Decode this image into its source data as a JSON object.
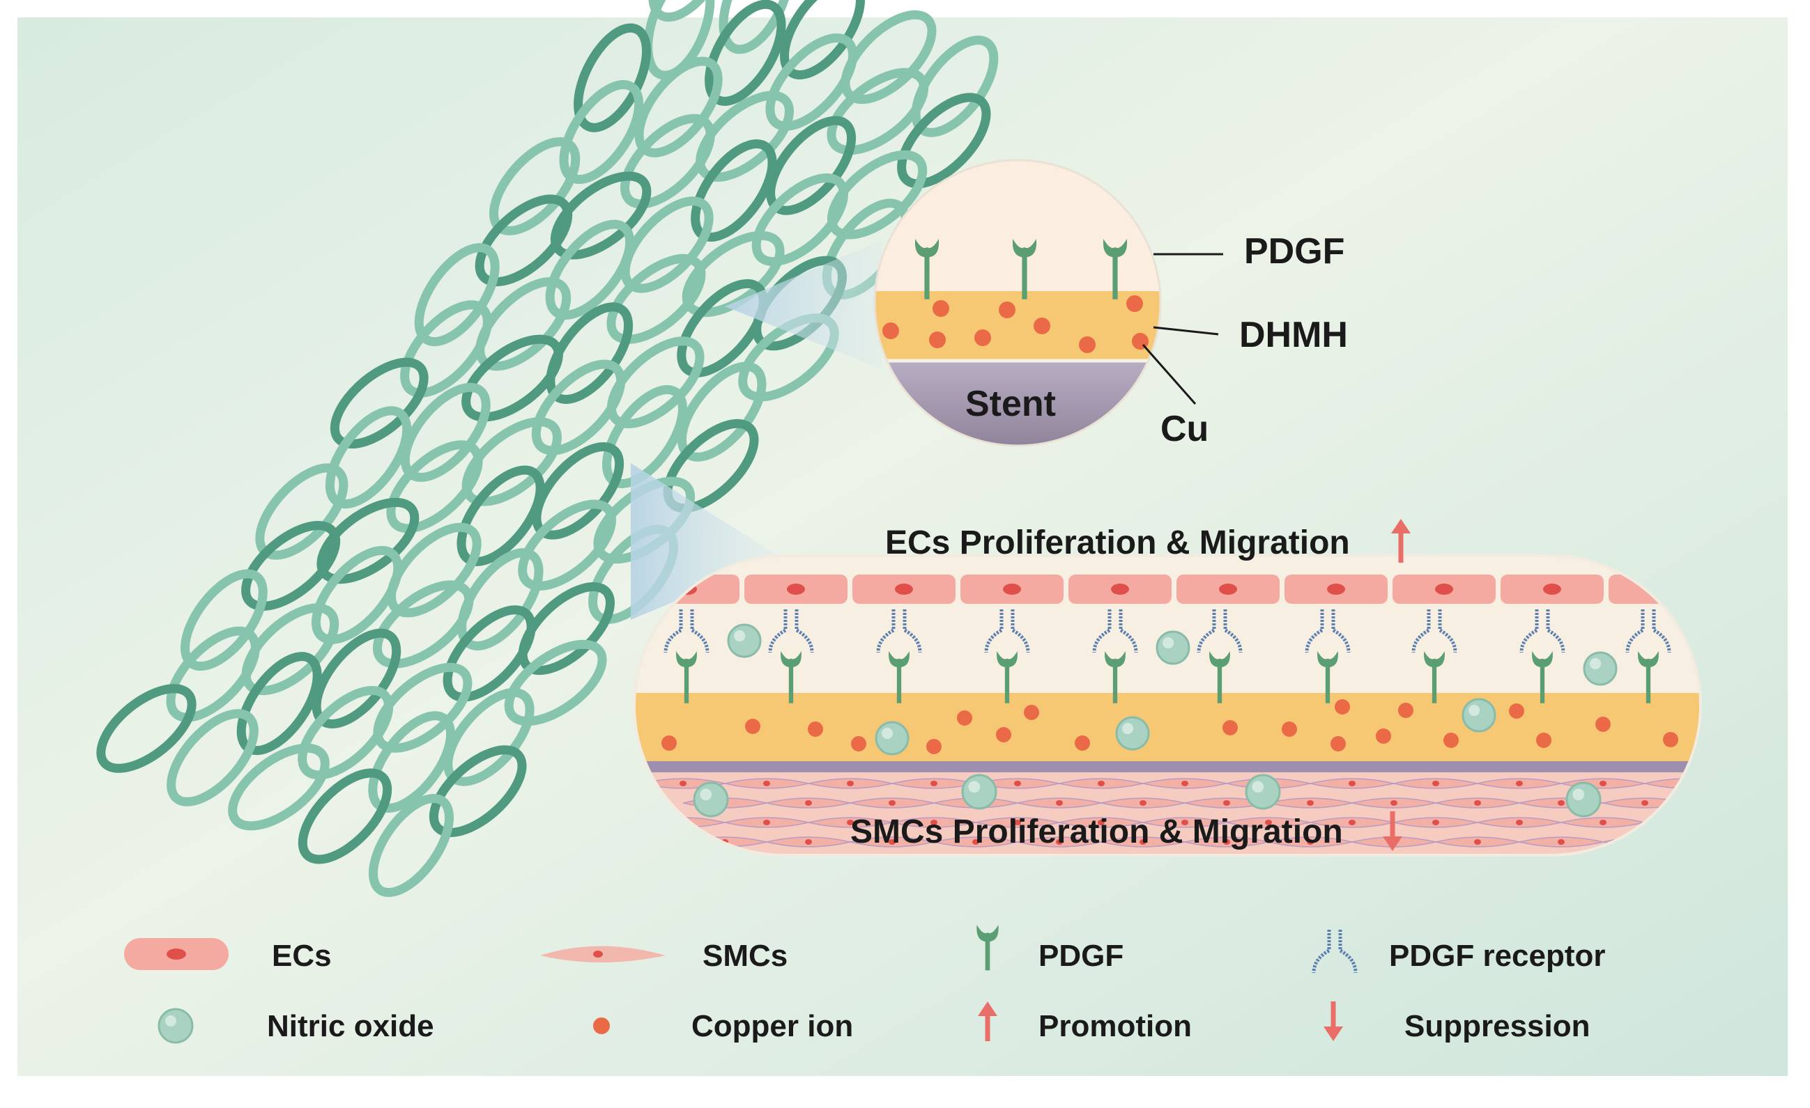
{
  "colors": {
    "stent_dark": "#4f9a80",
    "stent_light": "#86c4ad",
    "ec_cell": "#f4aaa0",
    "ec_nucleus": "#e0504a",
    "smc_cell": "#f3b8ad",
    "dhmh_layer": "#f6c873",
    "copper_ion": "#ea6a47",
    "nitric_oxide": "#a9d2c2",
    "pdgf": "#5b9e74",
    "pdgf_receptor": "#5b7fb0",
    "promotion_arrow": "#ea6e68",
    "suppression_arrow": "#ea6e68",
    "stent_base": "#a79bb3"
  },
  "zoom_circle": {
    "pdgf_label": "PDGF",
    "dhmh_label": "DHMH",
    "cu_label": "Cu",
    "stent_label": "Stent"
  },
  "cross_section": {
    "ecs_label": "ECs Proliferation & Migration",
    "ecs_direction": "up",
    "smcs_label": "SMCs Proliferation & Migration",
    "smcs_direction": "down"
  },
  "legend": {
    "ecs": "ECs",
    "smcs": "SMCs",
    "pdgf": "PDGF",
    "pdgf_receptor": "PDGF receptor",
    "nitric_oxide": "Nitric oxide",
    "copper_ion": "Copper ion",
    "promotion": "Promotion",
    "suppression": "Suppression"
  }
}
